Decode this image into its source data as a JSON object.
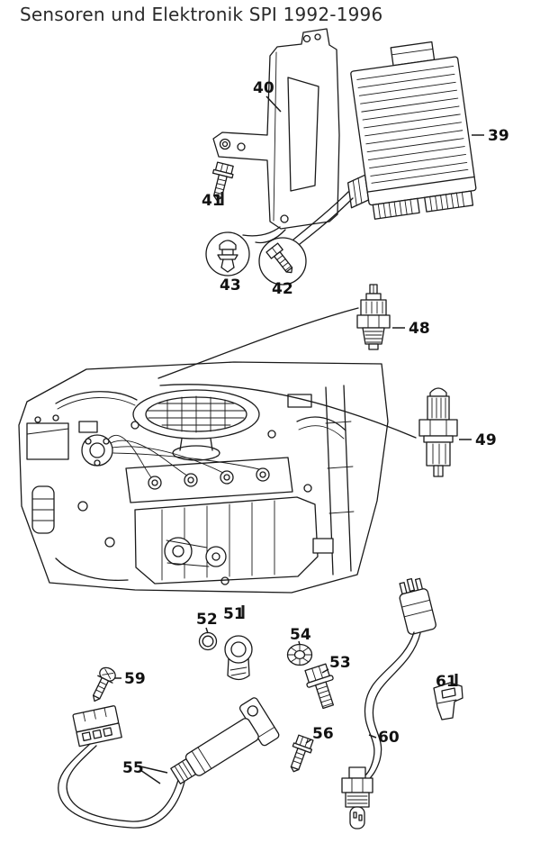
{
  "title": "Sensoren und Elektronik SPI 1992-1996",
  "callouts": {
    "ecu": "39",
    "bracket": "40",
    "bracket_screw": "41",
    "mount_screw": "42",
    "grommet": "43",
    "temp_switch": "48",
    "temp_sensor": "49",
    "tdc_sensor": "51",
    "o_ring": "52",
    "bolt": "53",
    "washer": "54",
    "crank_sensor": "55",
    "sensor_screw": "56",
    "pan_screw": "59",
    "lambda_sensor": "60",
    "retainer_clip": "61"
  }
}
